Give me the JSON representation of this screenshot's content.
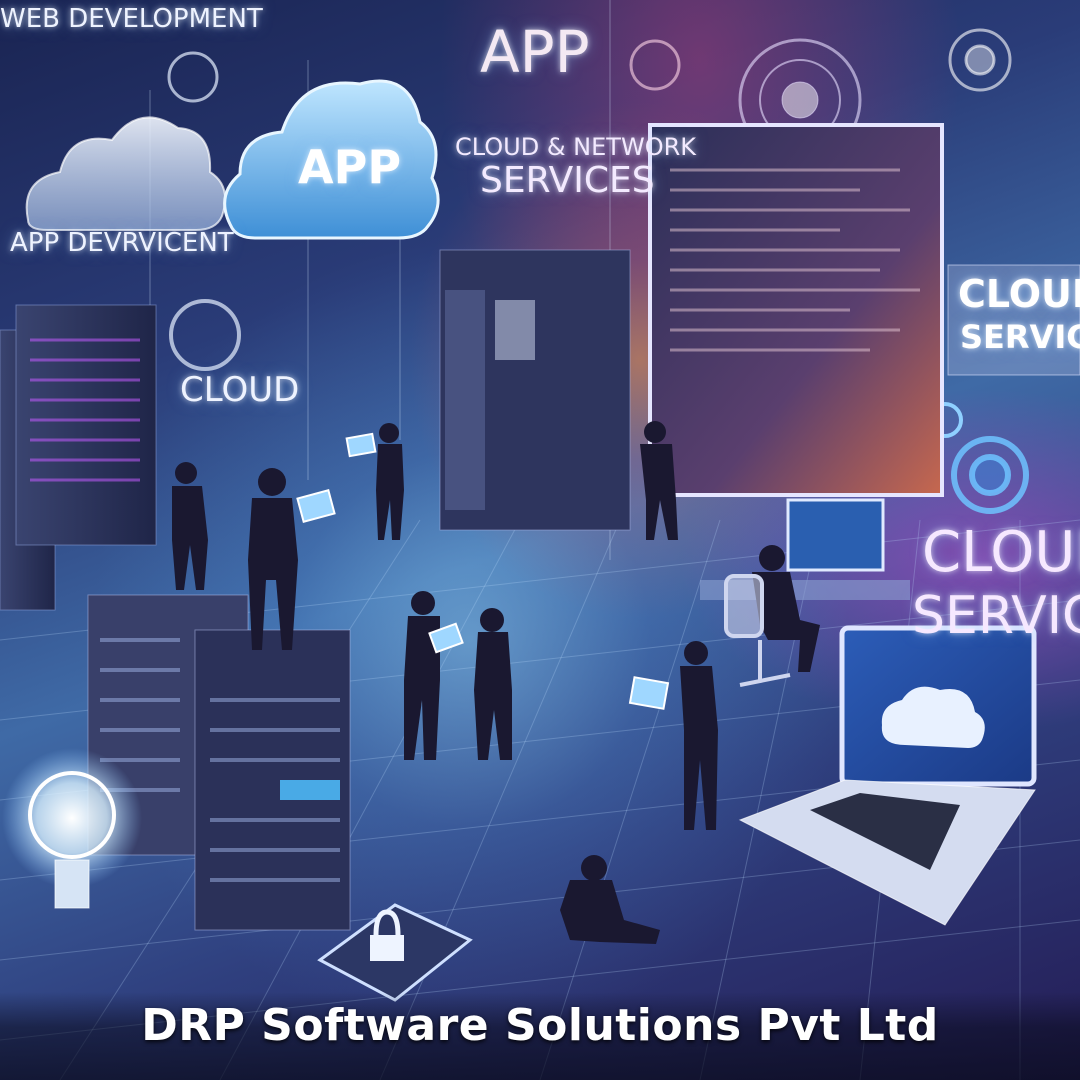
{
  "labels": {
    "web_development": "WEB DEVELOPMENT",
    "app_top": "APP",
    "app_cloud": "APP",
    "cloud_network_line1": "CLOUD & NETWORK",
    "cloud_network_line2": "SERVICES",
    "app_development": "APP DEVRVICENT",
    "cloud": "CLOUD",
    "cloud_services_panel_line1": "CLOUD",
    "cloud_services_panel_line2": "SERVICES",
    "cloud_service_line1": "CLOUD",
    "cloud_service_line2": "SERVICE"
  },
  "caption": "DRP Software Solutions Pvt Ltd",
  "colors": {
    "accent_blue": "#4aa3e8",
    "glow_orange": "#ff8a3c",
    "accent_purple": "#a040c0"
  }
}
